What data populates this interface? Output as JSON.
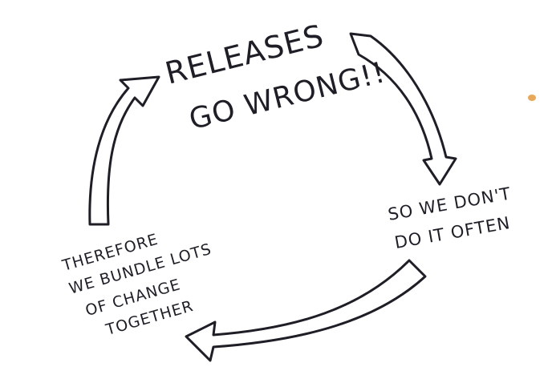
{
  "diagram": {
    "type": "cycle",
    "nodes": [
      {
        "id": "releases",
        "lines": [
          "RELEASES",
          "GO WRONG!!"
        ]
      },
      {
        "id": "infrequent",
        "lines": [
          "SO WE DON'T",
          "DO IT OFTEN"
        ]
      },
      {
        "id": "bundle",
        "lines": [
          "THEREFORE",
          "WE BUNDLE LOTS",
          "OF CHANGE",
          "TOGETHER"
        ]
      }
    ],
    "edges": [
      {
        "from": "releases",
        "to": "infrequent"
      },
      {
        "from": "infrequent",
        "to": "bundle"
      },
      {
        "from": "bundle",
        "to": "releases"
      }
    ],
    "colors": {
      "ink": "#1f1d26",
      "background": "#ffffff",
      "smudge": "#e8a85a"
    }
  }
}
